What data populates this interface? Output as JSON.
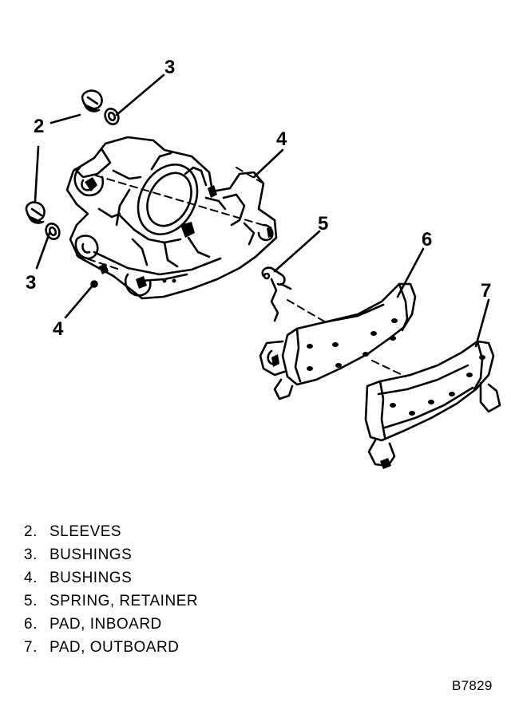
{
  "callouts": {
    "c3_top": "3",
    "c2": "2",
    "c4_right": "4",
    "c5": "5",
    "c6": "6",
    "c7": "7",
    "c3_left": "3",
    "c4_left": "4"
  },
  "legend": [
    {
      "num": "2.",
      "label": "SLEEVES"
    },
    {
      "num": "3.",
      "label": "BUSHINGS"
    },
    {
      "num": "4.",
      "label": "BUSHINGS"
    },
    {
      "num": "5.",
      "label": "SPRING, RETAINER"
    },
    {
      "num": "6.",
      "label": "PAD, INBOARD"
    },
    {
      "num": "7.",
      "label": "PAD, OUTBOARD"
    }
  ],
  "figure_id": "B7829"
}
